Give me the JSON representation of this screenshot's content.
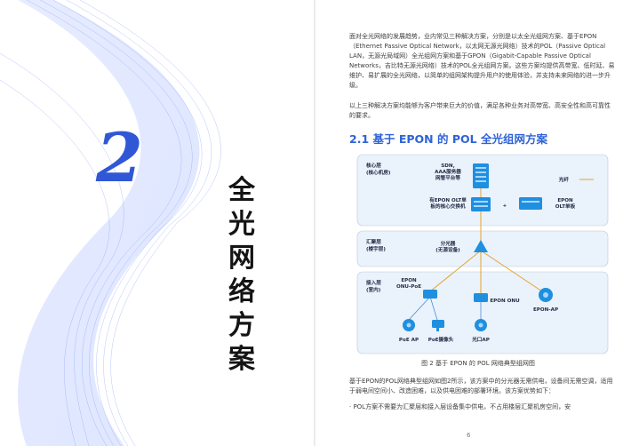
{
  "chapter": {
    "number": "2",
    "title": "全光网络方案"
  },
  "paragraphs": [
    "面对全光网络的发展趋势，业内常见三种解决方案，分别是以太全光组网方案、基于EPON（Ethernet Passive Optical Network，以太网无源光网络）技术的POL（Passive Optical LAN，无源光局域网）全光组网方案和基于GPON（Gigabit-Capable Passive Optical Networks，吉比特无源光网络）技术的POL全光组网方案。这些方案均提供高带宽、低时延、易维护、易扩展的全光网络，以简单的组网架构提升用户的使用体验，并支持未来网络的进一步升级。",
    "以上三种解决方案均能够为客户带来巨大的价值，满足各种业务对高带宽、高安全性和高可靠性的要求。",
    "基于EPON的POL网络典型组网如图2所示，该方案中的分光器无需供电，设备间无需空调，适用于弱电间空间小、改造困难，以及供电困难的部署环境。该方案优势如下："
  ],
  "section": {
    "heading": "2.1 基于 EPON 的 POL 全光组网方案"
  },
  "figure": {
    "caption": "图 2  基于 EPON 的 POL 网络典型组网图",
    "layers": [
      {
        "line1": "核心层",
        "line2": "(核心机房)"
      },
      {
        "line1": "汇聚层",
        "line2": "(楼宇层)"
      },
      {
        "line1": "接入层",
        "line2": "(室内)"
      }
    ],
    "labels": {
      "server_line1": "SDN,",
      "server_line2": "AAA服务器",
      "server_line3": "网管平台等",
      "fiber": "光纤",
      "core_switch_line1": "有EPON OLT单",
      "core_switch_line2": "板的核心交换机",
      "plus": "+",
      "olt_board_line1": "EPON",
      "olt_board_line2": "OLT单板",
      "splitter_line1": "分光器",
      "splitter_line2": "(无源设备)",
      "onu_poe_line1": "EPON",
      "onu_poe_line2": "ONU-PoE",
      "onu": "EPON ONU",
      "onu_ap": "EPON-AP",
      "poe_ap": "PoE AP",
      "poe_camera": "PoE摄像头",
      "fiber_ap": "光口AP"
    },
    "colors": {
      "fiber_line": "#e6a32e",
      "device_blue": "#1f8fe0",
      "heading_blue": "#2f63d6"
    }
  },
  "bullets": [
    "POL方案不需要为汇聚层和接入层设备集中供电，不占用楼层汇聚机房空间，安"
  ],
  "page_number": "6"
}
